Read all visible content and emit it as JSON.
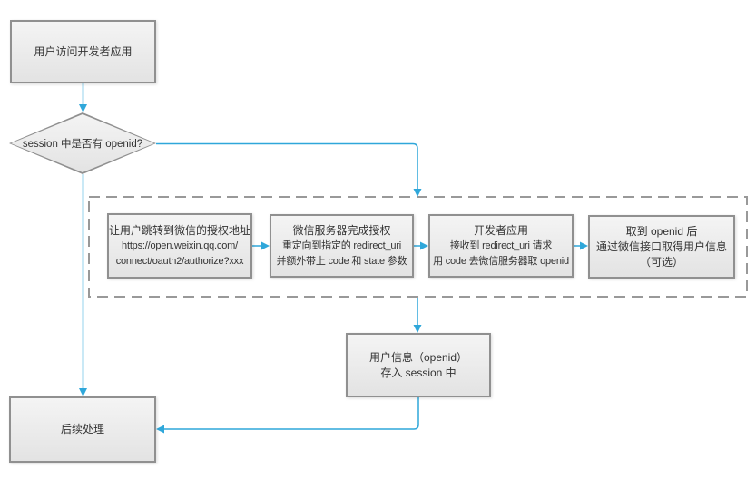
{
  "diagram": {
    "colors": {
      "arrow": "#2fa7da",
      "node_border": "#909090",
      "node_fill_top": "#f4f4f4",
      "node_fill_bottom": "#e3e3e3",
      "dashed_border": "#999999",
      "text": "#333333"
    },
    "nodes": {
      "start": {
        "lines": [
          "用户访问开发者应用"
        ]
      },
      "decision": {
        "label": "session 中是否有 openid?"
      },
      "jump_to_wechat": {
        "lines": [
          "让用户跳转到微信的授权地址",
          "https://open.weixin.qq.com/",
          "connect/oauth2/authorize?xxx"
        ]
      },
      "wechat_server": {
        "lines": [
          "微信服务器完成授权",
          "重定向到指定的 redirect_uri",
          "并额外带上 code 和 state 参数"
        ]
      },
      "developer_app": {
        "lines": [
          "开发者应用",
          "接收到 redirect_uri 请求",
          "用 code 去微信服务器取 openid"
        ]
      },
      "fetch_userinfo": {
        "lines": [
          "取到 openid 后",
          "通过微信接口取得用户信息",
          "（可选）"
        ]
      },
      "save_session": {
        "lines": [
          "用户信息（openid）",
          "存入 session 中"
        ]
      },
      "followup": {
        "lines": [
          "后续处理"
        ]
      }
    }
  }
}
